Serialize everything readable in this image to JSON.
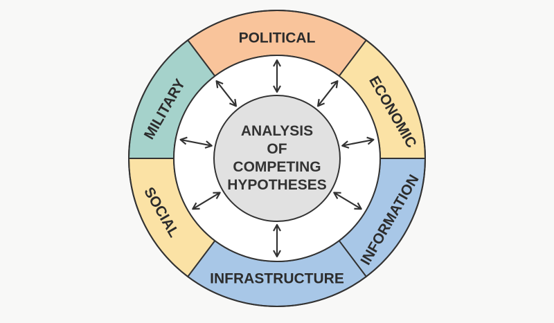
{
  "center": {
    "lines": [
      "ANALYSIS",
      "OF",
      "COMPETING",
      "HYPOTHESES"
    ],
    "color": "#e1e1e1"
  },
  "segments": [
    {
      "label": "POLITICAL",
      "color": "#f9c49b",
      "start": -127,
      "end": -53
    },
    {
      "label": "ECONOMIC",
      "color": "#fbe2a5",
      "start": -53,
      "end": 0
    },
    {
      "label": "INFORMATION",
      "color": "#a8c7e7",
      "start": 0,
      "end": 53
    },
    {
      "label": "INFRASTRUCTURE",
      "color": "#a8c7e7",
      "start": 53,
      "end": 127
    },
    {
      "label": "SOCIAL",
      "color": "#fbe2a5",
      "start": 127,
      "end": 180
    },
    {
      "label": "MILITARY",
      "color": "#a5d2cb",
      "start": 180,
      "end": 233
    }
  ],
  "arrow_angles": [
    -90,
    -52,
    -11,
    31,
    90,
    149,
    191,
    232
  ],
  "colors": {
    "background": "#f8f8f7",
    "stroke": "#333333"
  }
}
